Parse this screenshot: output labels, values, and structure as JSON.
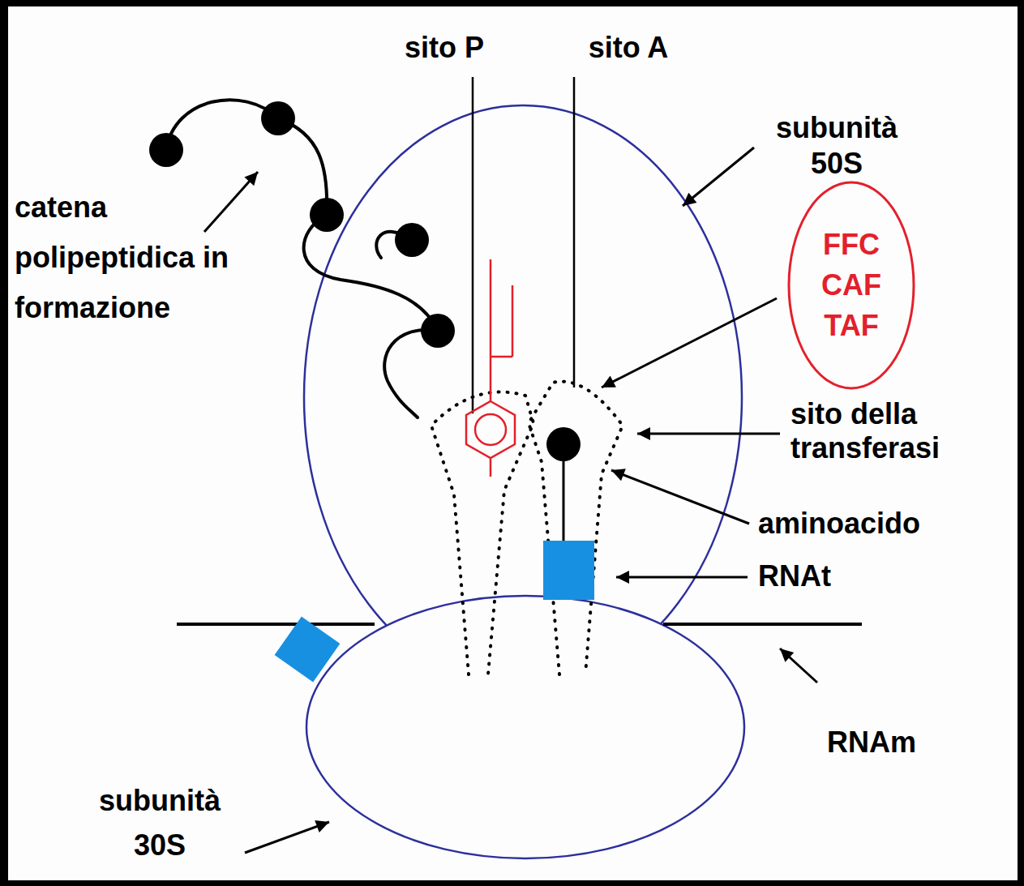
{
  "diagram": {
    "nodes": [
      {
        "text": [
          "FFC CAF TAF"
        ]
      }
    ],
    "labels": [
      "sito P",
      "sito A",
      "subunità 50S",
      "catena polipeptidica in formazione",
      "sito della transferasi",
      "aminoacido",
      "RNAt",
      "RNAm",
      "subunità 30S"
    ]
  }
}
